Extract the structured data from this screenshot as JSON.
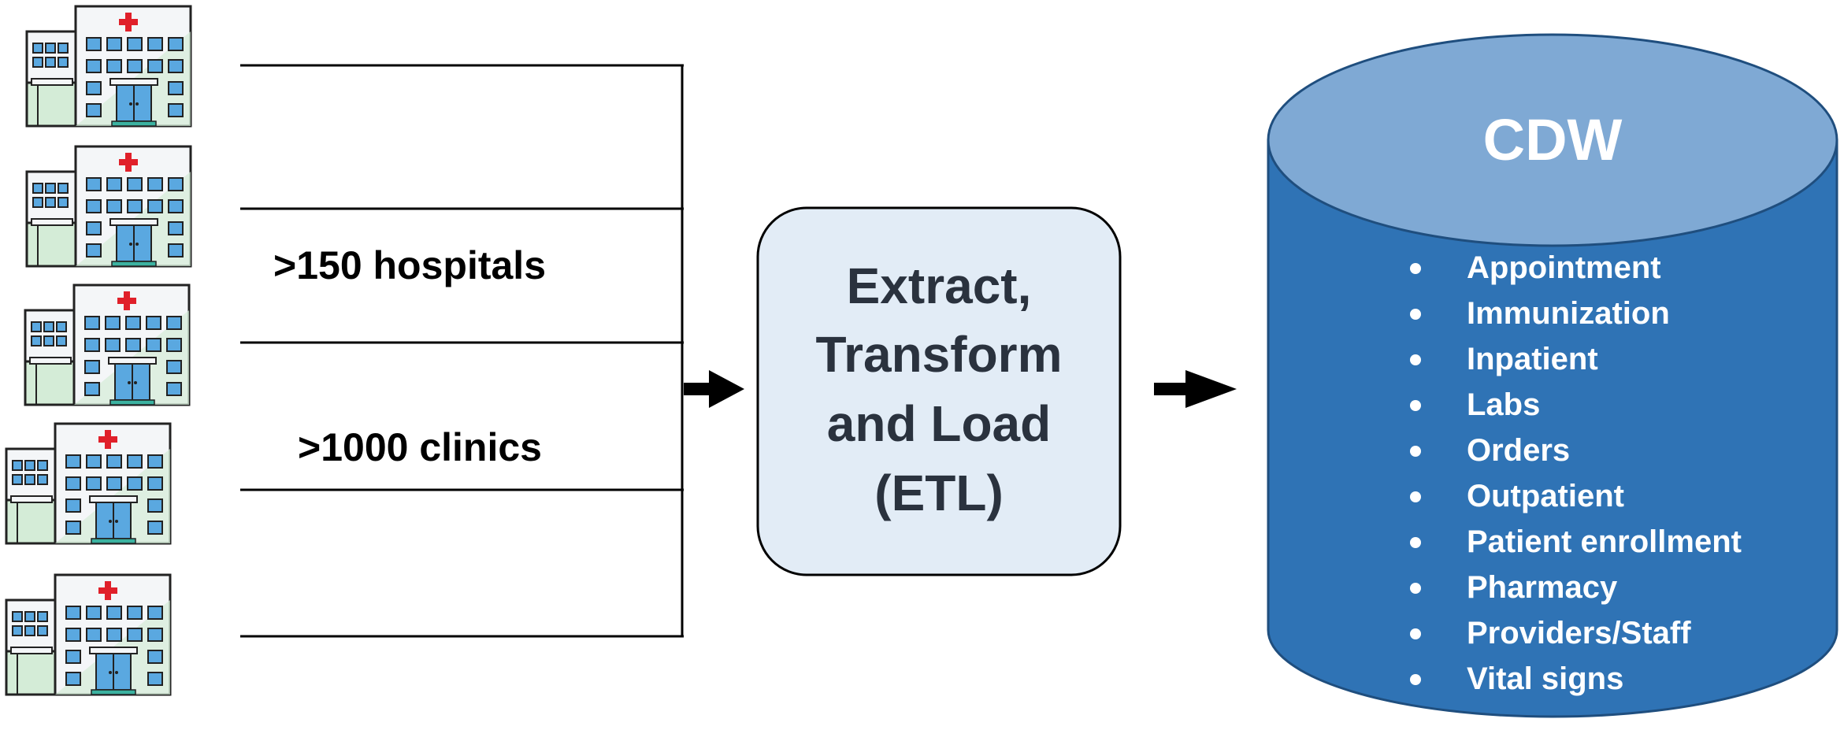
{
  "labels": {
    "hospitals": ">150 hospitals",
    "clinics": ">1000 clinics"
  },
  "etl": {
    "lines": [
      "Extract,",
      "Transform",
      "and Load",
      "(ETL)"
    ]
  },
  "cdw": {
    "title": "CDW",
    "items": [
      "Appointment",
      "Immunization",
      "Inpatient",
      "Labs",
      "Orders",
      "Outpatient",
      "Patient enrollment",
      "Pharmacy",
      "Providers/Staff",
      "Vital signs"
    ]
  },
  "colors": {
    "etl_fill": "#e2ecf6",
    "cdw_top": "#7fa9d4",
    "cdw_body": "#2f73b5",
    "cdw_text": "#ffffff",
    "dark_text": "#2a323e",
    "hospital_cross": "#e0202a",
    "hospital_window": "#5aa8e0",
    "hospital_wall": "#f4f6f8"
  },
  "icons": [
    "hospital-icon",
    "hospital-icon",
    "hospital-icon",
    "hospital-icon",
    "hospital-icon"
  ]
}
